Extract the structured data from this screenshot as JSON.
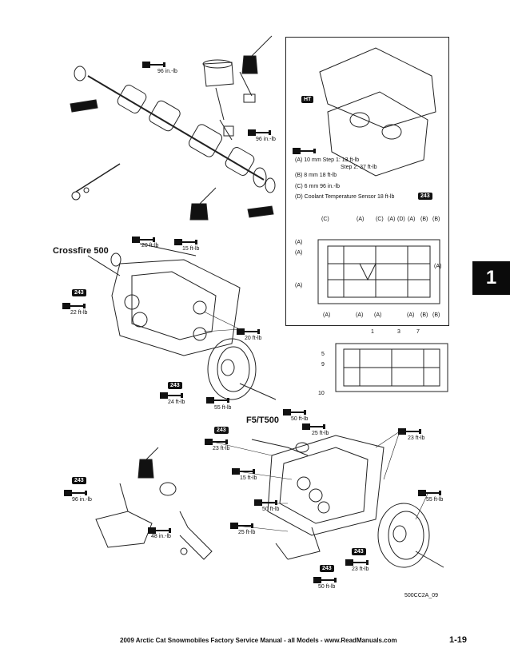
{
  "section_tab": "1",
  "titles": {
    "crossfire": "Crossfire 500",
    "f5": "F5/T500"
  },
  "inset": {
    "ht_badge": "HT",
    "specs": [
      "(A) 10 mm   Step 1: 13 ft-lb",
      "Step 2: 37 ft-lb",
      "(B) 8 mm  18 ft-lb",
      "(C) 6 mm  96 in.-lb",
      "(D) Coolant Temperature Sensor  18 ft-lb"
    ],
    "spec_badge": "243",
    "top_letters": [
      "(C)",
      "(A)",
      "(C)",
      "(A)",
      "(D)",
      "(A)",
      "(B)",
      "(B)"
    ],
    "left_letters": [
      "(A)",
      "(A)",
      "(A)"
    ],
    "side_letter": "(A)",
    "bottom_letters": [
      "(A)",
      "(A)",
      "(A)",
      "(A)",
      "(B)",
      "(B)"
    ]
  },
  "numbers": {
    "n1": "1",
    "n3": "3",
    "n7": "7",
    "n5": "5",
    "n9": "9",
    "n10": "10"
  },
  "torques": {
    "t96a": "96 in.-lb",
    "t96b": "96 in.-lb",
    "t20a": "20 ft-lb",
    "t15a": "15 ft-lb",
    "t22": "22 ft-lb",
    "t20b": "20 ft-lb",
    "t24": "24 ft-lb",
    "t55a": "55 ft-lb",
    "t50a": "50 ft-lb",
    "t25": "25 ft-lb",
    "t23a": "23 ft-lb",
    "t23b": "23 ft-lb",
    "t15b": "15 ft-lb",
    "t96c": "96 in.-lb",
    "t50b": "50 ft-lb",
    "t48": "48 in.-lb",
    "t25b": "25 ft-lb",
    "t55b": "55 ft-lb",
    "t23c": "23 ft-lb",
    "t50c": "50 ft-lb"
  },
  "badges": {
    "b243a": "243",
    "b243b": "243",
    "b243c": "243",
    "b243d": "243",
    "b243e": "243",
    "b243f": "243"
  },
  "figure_code": "500CC2A_09",
  "footer": "2009 Arctic Cat Snowmobiles Factory Service Manual - all Models  -   www.ReadManuals.com",
  "page_number": "1-19"
}
